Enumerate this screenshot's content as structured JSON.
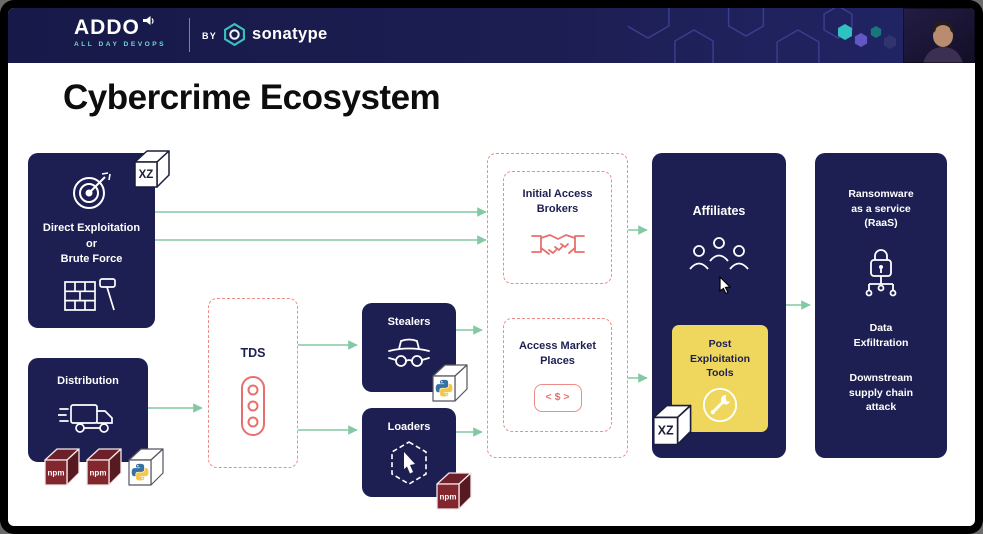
{
  "header": {
    "logo_title": "ADDO",
    "logo_subtitle": "ALL DAY DEVOPS",
    "by_label": "BY",
    "sponsor_name": "sonatype"
  },
  "slide": {
    "title": "Cybercrime Ecosystem"
  },
  "diagram": {
    "direct_exploitation_label": "Direct Exploitation\nor\nBrute Force",
    "distribution_label": "Distribution",
    "tds_label": "TDS",
    "stealers_label": "Stealers",
    "loaders_label": "Loaders",
    "initial_access_brokers_label": "Initial Access\nBrokers",
    "access_market_places_label": "Access Market\nPlaces",
    "market_icon_text": "< $ >",
    "affiliates_label": "Affiliates",
    "post_exploitation_label": "Post\nExploitation\nTools",
    "raas_label": "Ransomware\nas a service\n(RaaS)",
    "data_exfiltration_label": "Data\nExfiltration",
    "downstream_label": "Downstream\nsupply chain\nattack",
    "xz_label": "XZ",
    "npm_label": "npm"
  },
  "colors": {
    "navy": "#1d1f52",
    "yellow": "#eed75c",
    "coral_dashed": "#ee8d88",
    "arrow_green": "#84c9a4",
    "npm_maroon": "#83272f",
    "teal_accent": "#35c3bd",
    "python_blue": "#3771a1",
    "python_yellow": "#f5c747"
  }
}
